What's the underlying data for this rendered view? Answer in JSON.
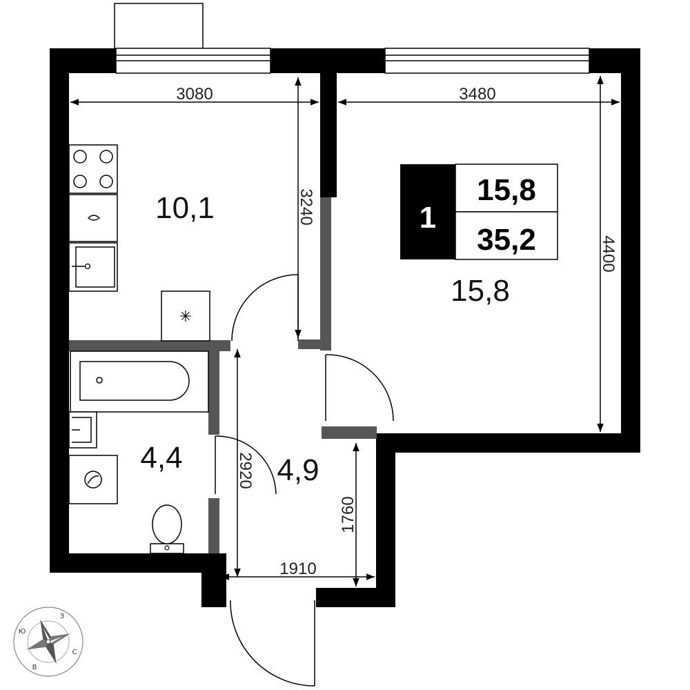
{
  "badge": {
    "rooms": "1",
    "living_area": "15,8",
    "total_area": "35,2"
  },
  "rooms": {
    "kitchen_area": "10,1",
    "living_room_area": "15,8",
    "bathroom_area": "4,4",
    "hallway_area": "4,9"
  },
  "dimensions": {
    "kitchen_width": "3080",
    "kitchen_depth": "3240",
    "living_width": "3480",
    "living_depth": "4400",
    "hall_length": "2920",
    "hall_depth": "1760",
    "hall_width": "1910"
  },
  "compass": {
    "north": "З",
    "east": "С",
    "south": "В",
    "west": "Ю"
  },
  "colors": {
    "wall": "#000000",
    "partition": "#555555",
    "background": "#ffffff"
  }
}
